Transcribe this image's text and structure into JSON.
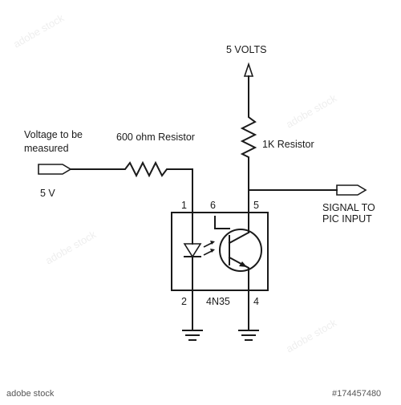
{
  "diagram": {
    "labels": {
      "supply": "5 VOLTS",
      "input_desc_line1": "Voltage to be",
      "input_desc_line2": "measured",
      "input_resistor": "600 ohm Resistor",
      "input_voltage": "5 V",
      "pullup_resistor": "1K Resistor",
      "output_line1": "SIGNAL TO",
      "output_line2": "PIC INPUT",
      "chip": "4N35"
    },
    "pins": {
      "p1": "1",
      "p2": "2",
      "p4": "4",
      "p5": "5",
      "p6": "6"
    },
    "watermark": "adobe stock",
    "stock_id": "#174457480"
  }
}
